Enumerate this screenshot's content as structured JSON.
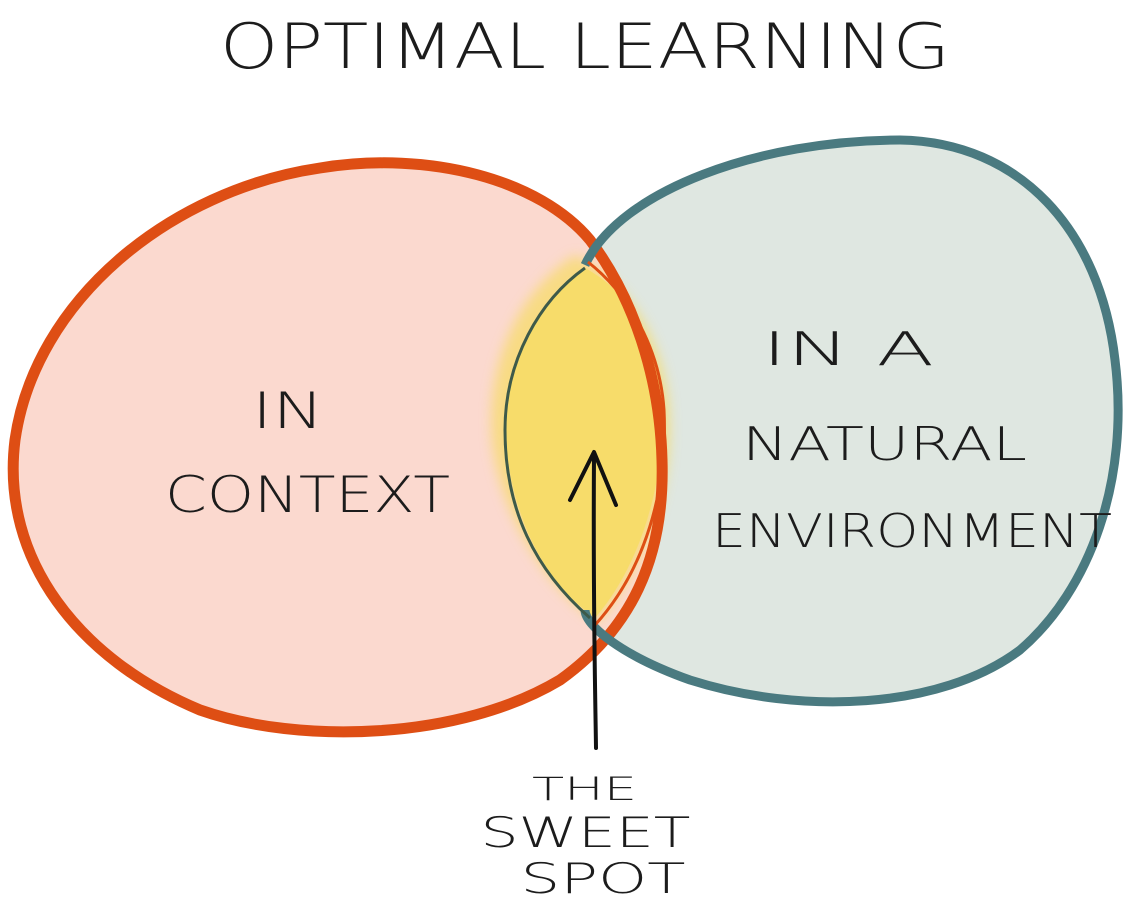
{
  "title": "OPTIMAL LEARNING",
  "sets": [
    {
      "id": "left",
      "lines": [
        "IN",
        "CONTEXT"
      ],
      "fill_color": "#fbd9cf",
      "stroke_color": "#de4e14"
    },
    {
      "id": "right",
      "lines": [
        "IN A",
        "NATURAL",
        "ENVIRONMENT"
      ],
      "fill_color": "#dfe7e1",
      "stroke_color": "#4a7a80"
    }
  ],
  "intersection": {
    "lines": [
      "THE",
      "SWEET",
      "SPOT"
    ],
    "fill_color": "#f7dc6a",
    "outline_color": "#3e5a4a"
  },
  "arrow_color": "#111111"
}
